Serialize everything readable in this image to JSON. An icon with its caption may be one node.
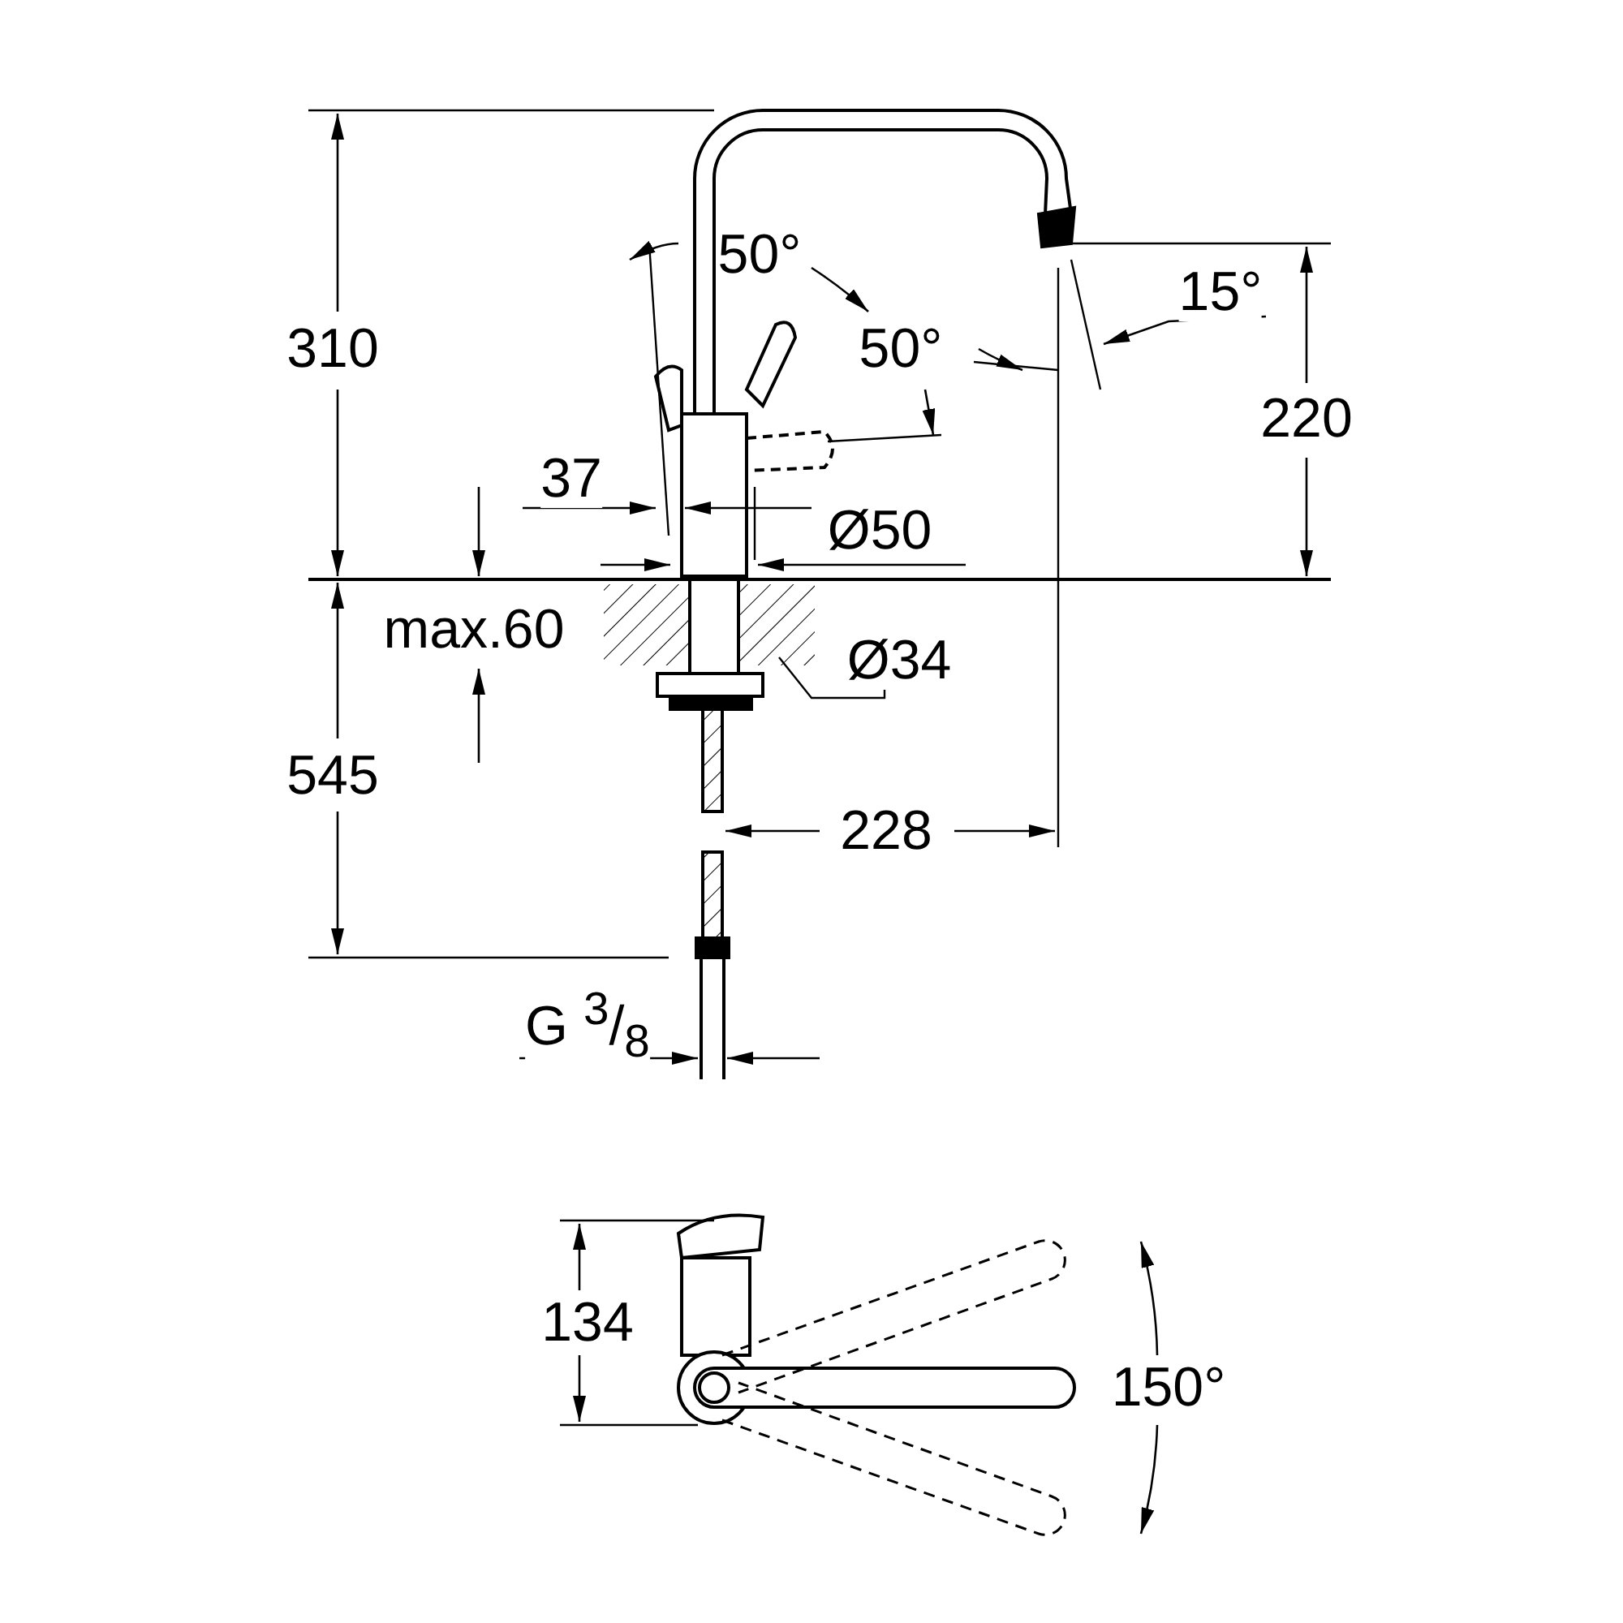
{
  "diagram": {
    "labels": [
      "310",
      "50°",
      "15°",
      "50°",
      "220",
      "37",
      "Ø50",
      "max.60",
      "Ø34",
      "545",
      "228",
      "G $^{3}$/$_{8}$",
      "134",
      "150°"
    ]
  }
}
